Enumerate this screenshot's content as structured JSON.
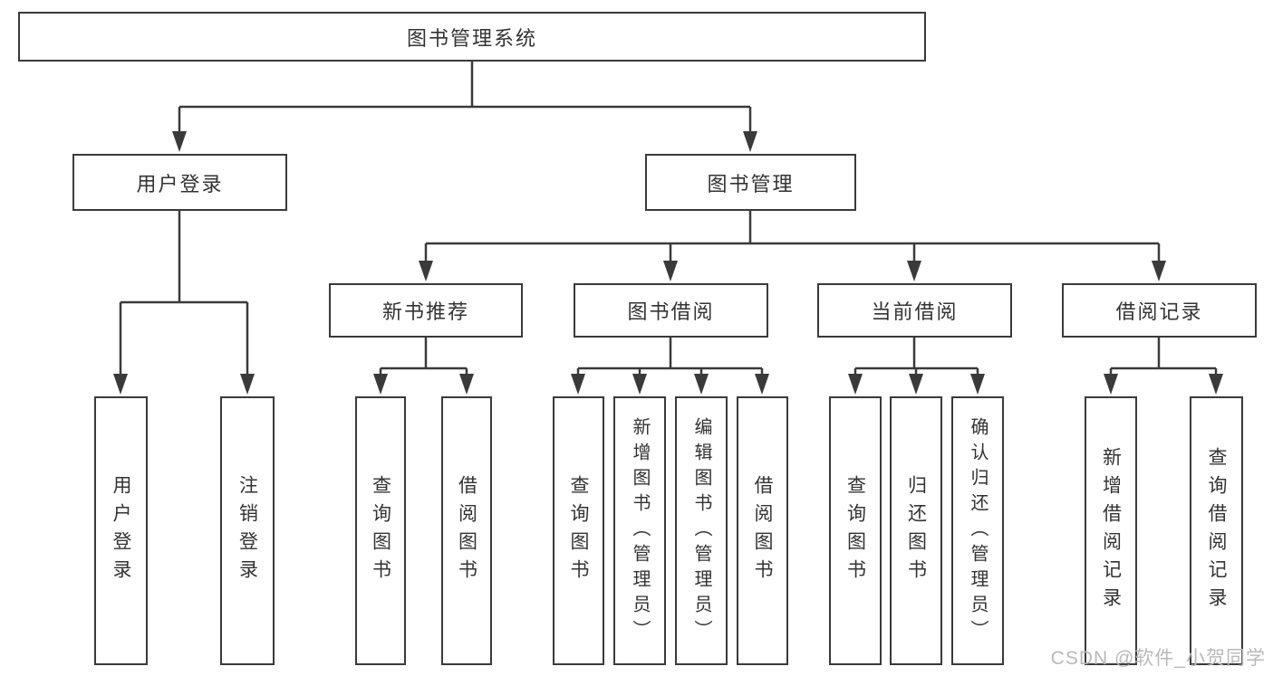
{
  "tree": {
    "root": {
      "label": "图书管理系统",
      "children": [
        {
          "label": "用户登录",
          "children": [
            {
              "label": "用户登录"
            },
            {
              "label": "注销登录"
            }
          ]
        },
        {
          "label": "图书管理",
          "children": [
            {
              "label": "新书推荐",
              "children": [
                {
                  "label": "查询图书"
                },
                {
                  "label": "借阅图书"
                }
              ]
            },
            {
              "label": "图书借阅",
              "children": [
                {
                  "label": "查询图书"
                },
                {
                  "label": "新增图书（管理员）"
                },
                {
                  "label": "编辑图书（管理员）"
                },
                {
                  "label": "借阅图书"
                }
              ]
            },
            {
              "label": "当前借阅",
              "children": [
                {
                  "label": "查询图书"
                },
                {
                  "label": "归还图书"
                },
                {
                  "label": "确认归还（管理员）"
                }
              ]
            },
            {
              "label": "借阅记录",
              "children": [
                {
                  "label": "新增借阅记录"
                },
                {
                  "label": "查询借阅记录"
                }
              ]
            }
          ]
        }
      ]
    }
  },
  "watermark": {
    "text": "CSDN @软件_小贺同学"
  },
  "colors": {
    "line": "#3a3a3a",
    "text": "#333333",
    "background": "#ffffff",
    "watermark": "#b9b9b9"
  }
}
